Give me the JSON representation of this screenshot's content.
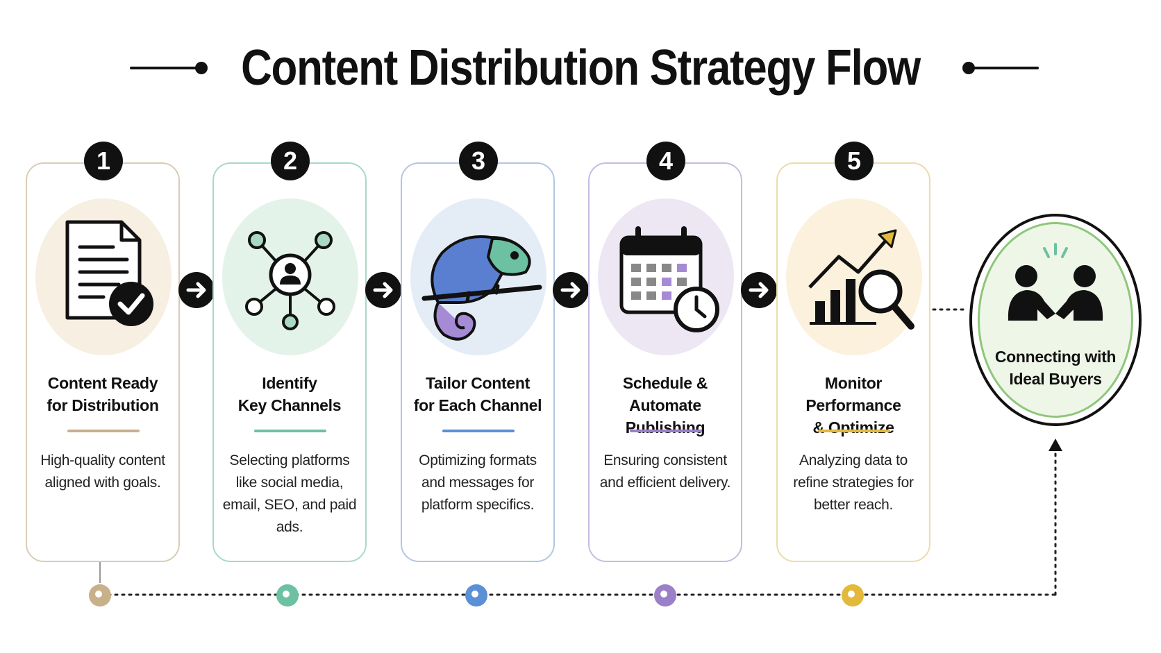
{
  "title": "Content Distribution Strategy Flow",
  "steps": [
    {
      "number": "1",
      "title": "Content Ready\nfor Distribution",
      "description": "High-quality content aligned with goals.",
      "icon": "document-check-icon",
      "accent": "#c8b08a",
      "bg": "#f6efe2",
      "border": "#d9ccb6"
    },
    {
      "number": "2",
      "title": "Identify\nKey Channels",
      "description": "Selecting platforms like social media, email, SEO, and paid ads.",
      "icon": "network-user-icon",
      "accent": "#6cc1a3",
      "bg": "#e3f3ea",
      "border": "#a9d9c4"
    },
    {
      "number": "3",
      "title": "Tailor Content\nfor Each Channel",
      "description": "Optimizing formats and messages for platform specifics.",
      "icon": "chameleon-icon",
      "accent": "#5b8fd6",
      "bg": "#e4ecf6",
      "border": "#b3c6e2"
    },
    {
      "number": "4",
      "title": "Schedule &\nAutomate Publishing",
      "description": "Ensuring consistent and efficient delivery.",
      "icon": "calendar-clock-icon",
      "accent": "#9b7fc9",
      "bg": "#ede7f4",
      "border": "#c8bbe0"
    },
    {
      "number": "5",
      "title": "Monitor Performance\n& Optimize",
      "description": "Analyzing data to refine strategies for better reach.",
      "icon": "chart-magnifier-icon",
      "accent": "#e2b93b",
      "bg": "#fbf1dc",
      "border": "#eedbab"
    }
  ],
  "goal": {
    "label": "Connecting with\nIdeal Buyers",
    "icon": "handshake-icon",
    "accent": "#8ec77a"
  }
}
